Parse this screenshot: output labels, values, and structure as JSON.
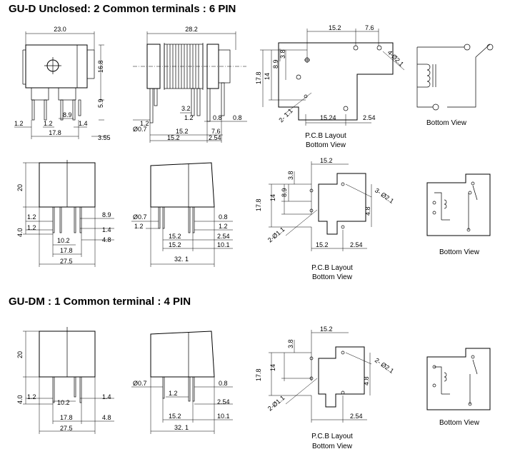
{
  "sections": [
    {
      "title": "GU-D Unclosed: 2 Common terminals : 6 PIN",
      "captions": {
        "pcb_layout": "P.C.B Layout",
        "bottom_view": "Bottom View",
        "bottom_view_right": "Bottom View"
      },
      "front_view": {
        "d_23": "23.0",
        "d_168": "16.8",
        "d_59": "5.9",
        "d_12": "1.2",
        "d_12b": "1.2",
        "d_89": "8.9",
        "d_14": "1.4",
        "d_178": "17.8",
        "d_355": "3.55"
      },
      "side_view": {
        "d_282": "28.2",
        "d_32": "3.2",
        "d_12": "1.2",
        "d_07": "Ø0.7",
        "d_08a": "0.8",
        "d_08b": "0.8",
        "d_152a": "15.2",
        "d_76": "7.6",
        "d_152b": "15.2",
        "d_254": "2.54"
      },
      "pcb": {
        "d_152": "15.2",
        "d_76": "7.6",
        "d_38": "3.8",
        "d_89": "8.9",
        "d_14": "14",
        "d_178": "17.8",
        "d_1524": "15.24",
        "d_254": "2.54",
        "d_hole4": "4-Ø2.1",
        "d_hole2": "2- 1.1"
      }
    },
    {
      "captions": {
        "pcb_layout": "P.C.B Layout",
        "bottom_view": "Bottom View",
        "bottom_view_right": "Bottom View"
      },
      "front_view": {
        "d_20": "20",
        "d_40": "4.0",
        "d_12a": "1.2",
        "d_12b": "1.2",
        "d_89": "8.9",
        "d_14": "1.4",
        "d_102": "10.2",
        "d_48": "4.8",
        "d_178": "17.8",
        "d_275": "27.5"
      },
      "side_view": {
        "d_07": "Ø0.7",
        "d_12": "1.2",
        "d_08": "0.8",
        "d_12r": "1.2",
        "d_152a": "15.2",
        "d_254": "2.54",
        "d_152b": "15.2",
        "d_101": "10.1",
        "d_321": "32. 1"
      },
      "pcb": {
        "d_152": "15.2",
        "d_38": "3.8",
        "d_89": "8.9",
        "d_14": "14",
        "d_178": "17.8",
        "d_hole3": "3- Ø2.1",
        "d_hole2": "2-Ø1.1",
        "d_48": "4.8",
        "d_152b": "15.2",
        "d_254": "2.54"
      }
    },
    {
      "title": "GU-DM : 1 Common terminal : 4 PIN",
      "captions": {
        "pcb_layout": "P.C.B Layout",
        "bottom_view": "Bottom View",
        "bottom_view_right": "Bottom View"
      },
      "front_view": {
        "d_20": "20",
        "d_40": "4.0",
        "d_12": "1.2",
        "d_14": "1.4",
        "d_102": "10.2",
        "d_178": "17.8",
        "d_48": "4.8",
        "d_275": "27.5"
      },
      "side_view": {
        "d_07": "Ø0.7",
        "d_08": "0.8",
        "d_12": "1.2",
        "d_254": "2.54",
        "d_152": "15.2",
        "d_101": "10.1",
        "d_321": "32. 1"
      },
      "pcb": {
        "d_152": "15.2",
        "d_38": "3.8",
        "d_14": "14",
        "d_178": "17.8",
        "d_hole2a": "2- Ø2.1",
        "d_hole2b": "2-Ø1.1",
        "d_48": "4.8",
        "d_254": "2.54"
      }
    }
  ]
}
